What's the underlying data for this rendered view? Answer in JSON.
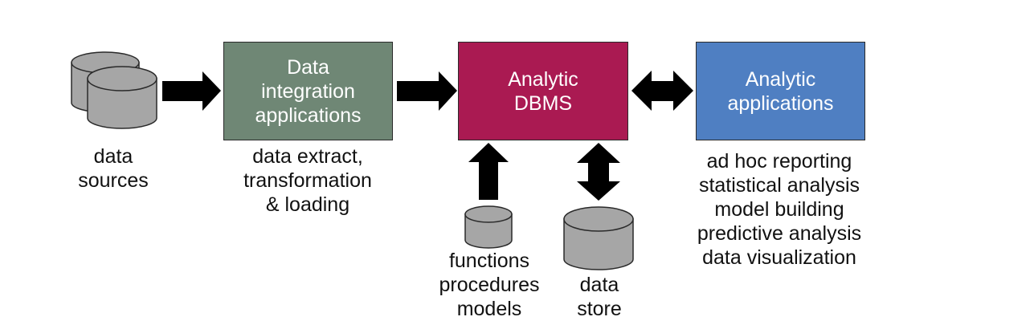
{
  "diagram": {
    "nodes": {
      "data_sources": {
        "label_lines": [
          "data",
          "sources"
        ],
        "icon": "database-stack-icon"
      },
      "data_integration": {
        "title_lines": [
          "Data",
          "integration",
          "applications"
        ],
        "fill": "#6F8775",
        "caption_lines": [
          "data extract,",
          "transformation",
          "& loading"
        ]
      },
      "analytic_dbms": {
        "title_lines": [
          "Analytic",
          "DBMS"
        ],
        "fill": "#AA1A52"
      },
      "analytic_applications": {
        "title_lines": [
          "Analytic",
          "applications"
        ],
        "fill": "#4F7FC2",
        "caption_lines": [
          "ad hoc reporting",
          "statistical analysis",
          "model building",
          "predictive analysis",
          "data visualization"
        ]
      },
      "functions": {
        "label_lines": [
          "functions",
          "procedures",
          "models"
        ],
        "icon": "database-icon"
      },
      "data_store": {
        "label_lines": [
          "data",
          "store"
        ],
        "icon": "database-icon"
      }
    },
    "edges": [
      {
        "from": "data_sources",
        "to": "data_integration",
        "type": "one-way"
      },
      {
        "from": "data_integration",
        "to": "analytic_dbms",
        "type": "one-way"
      },
      {
        "from": "analytic_dbms",
        "to": "analytic_applications",
        "type": "two-way"
      },
      {
        "from": "functions",
        "to": "analytic_dbms",
        "type": "one-way"
      },
      {
        "from": "data_store",
        "to": "analytic_dbms",
        "type": "two-way"
      }
    ],
    "colors": {
      "cylinder_fill": "#A6A6A6",
      "arrow": "#000000",
      "outline": "#2a2a2a"
    }
  }
}
